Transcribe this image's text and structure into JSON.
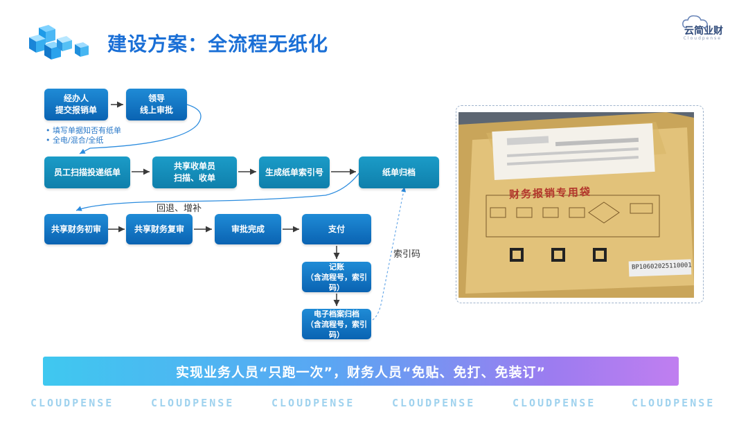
{
  "header": {
    "title": "建设方案：全流程无纸化",
    "logo_text": "云简业财",
    "logo_sub": "Cloudpense"
  },
  "flow": {
    "row1": [
      "经办人\n提交报销单",
      "领导\n线上审批"
    ],
    "notes": [
      "•  填写单据知否有纸单",
      "•  全电/混合/全纸"
    ],
    "row2": [
      "员工扫描投递纸单",
      "共享收单员\n扫描、收单",
      "生成纸单索引号",
      "纸单归档"
    ],
    "return_label": "回退、增补",
    "row3": [
      "共享财务初审",
      "共享财务复审",
      "审批完成",
      "支付"
    ],
    "col": [
      "记账\n（含流程号，索引码）",
      "电子档案归档\n（含流程号，索引码）"
    ],
    "index_label": "索引码"
  },
  "photo": {
    "envelope_title": "财务报销专用袋",
    "barcode_text": "BP10602025110001"
  },
  "banner": {
    "text": "实现业务人员“只跑一次”，财务人员“免贴、免打、免装订”"
  },
  "footer": {
    "brands": [
      "CLOUDPENSE",
      "CLOUDPENSE",
      "CLOUDPENSE",
      "CLOUDPENSE",
      "CLOUDPENSE",
      "CLOUDPENSE"
    ]
  }
}
